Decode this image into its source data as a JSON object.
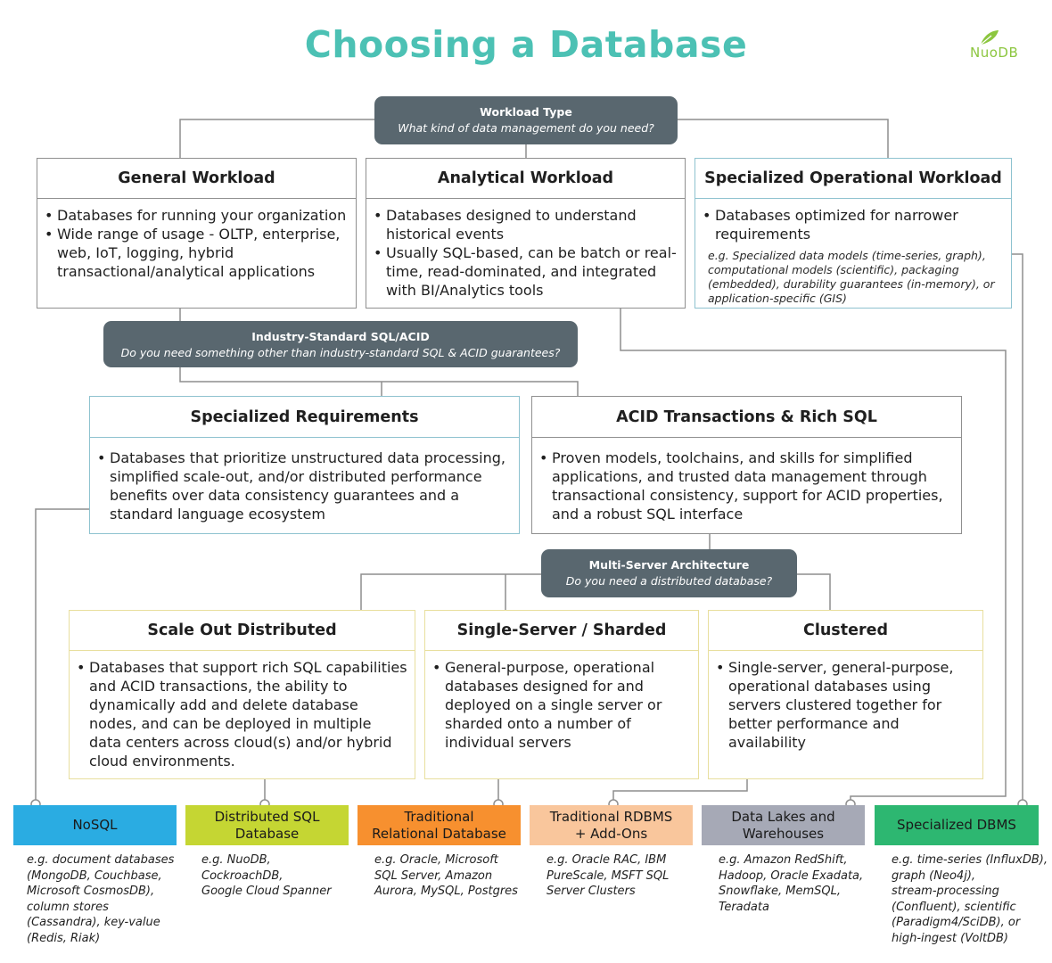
{
  "title": "Choosing a Database",
  "logo": "NuoDB",
  "questions": {
    "workload": {
      "title": "Workload Type",
      "subtitle": "What kind of data management do you need?"
    },
    "sql": {
      "title": "Industry-Standard SQL/ACID",
      "subtitle": "Do you need something other than industry-standard SQL & ACID guarantees?"
    },
    "multi": {
      "title": "Multi-Server Architecture",
      "subtitle": "Do you need a distributed database?"
    }
  },
  "cards": {
    "general": {
      "title": "General Workload",
      "bullets": [
        "Databases for running your organization",
        "Wide range of usage - OLTP, enterprise, web, IoT, logging, hybrid transactional/analytical applications"
      ]
    },
    "analytical": {
      "title": "Analytical Workload",
      "bullets": [
        "Databases designed to understand historical events",
        "Usually SQL-based, can be batch or real-time, read-dominated, and integrated with BI/Analytics tools"
      ]
    },
    "specialized_op": {
      "title": "Specialized Operational Workload",
      "bullets": [
        "Databases optimized for narrower requirements"
      ],
      "example": "e.g. Specialized data models (time-series, graph), computational models (scientific), packaging (embedded), durability guarantees (in-memory), or application-specific (GIS)"
    },
    "specialized_req": {
      "title": "Specialized Requirements",
      "bullets": [
        "Databases that prioritize unstructured data processing, simplified scale-out, and/or distributed performance benefits over data consistency guarantees and a standard language ecosystem"
      ]
    },
    "acid": {
      "title": "ACID Transactions & Rich SQL",
      "bullets": [
        "Proven models, toolchains, and skills for simplified applications, and trusted data management through transactional consistency, support for ACID properties, and a robust SQL interface"
      ]
    },
    "scale_out": {
      "title": "Scale Out Distributed",
      "bullets": [
        "Databases that support rich SQL capabilities and ACID transactions, the ability to dynamically add and delete database nodes, and can be deployed in multiple data centers across cloud(s) and/or hybrid cloud environments."
      ]
    },
    "single_server": {
      "title": "Single-Server / Sharded",
      "bullets": [
        "General-purpose, operational databases designed for and deployed on a single server or sharded onto a number of individual servers"
      ]
    },
    "clustered": {
      "title": "Clustered",
      "bullets": [
        "Single-server, general-purpose, operational databases using servers clustered together for better performance and availability"
      ]
    }
  },
  "categories": [
    {
      "label": "NoSQL",
      "color": "#2aace2",
      "examples": "e.g. document databases\n(MongoDB, Couchbase,\nMicrosoft CosmosDB),\ncolumn stores\n(Cassandra), key-value\n(Redis, Riak)"
    },
    {
      "label": "Distributed SQL\nDatabase",
      "color": "#c5d633",
      "examples": "e.g. NuoDB,\nCockroachDB,\nGoogle Cloud Spanner"
    },
    {
      "label": "Traditional\nRelational Database",
      "color": "#f7902f",
      "examples": "e.g. Oracle, Microsoft\nSQL Server, Amazon\nAurora, MySQL, Postgres"
    },
    {
      "label": "Traditional RDBMS\n+ Add-Ons",
      "color": "#f9c69c",
      "examples": "e.g. Oracle RAC, IBM\nPureScale, MSFT SQL\nServer Clusters"
    },
    {
      "label": "Data Lakes and\nWarehouses",
      "color": "#a6a9b6",
      "examples": "e.g. Amazon RedShift,\nHadoop, Oracle Exadata,\nSnowflake, MemSQL,\nTeradata"
    },
    {
      "label": "Specialized DBMS",
      "color": "#2db771",
      "examples": "e.g. time-series (InfluxDB),\ngraph (Neo4j),\nstream-processing\n(Confluent), scientific\n(Paradigm4/SciDB), or\nhigh-ingest (VoltDB)"
    }
  ]
}
